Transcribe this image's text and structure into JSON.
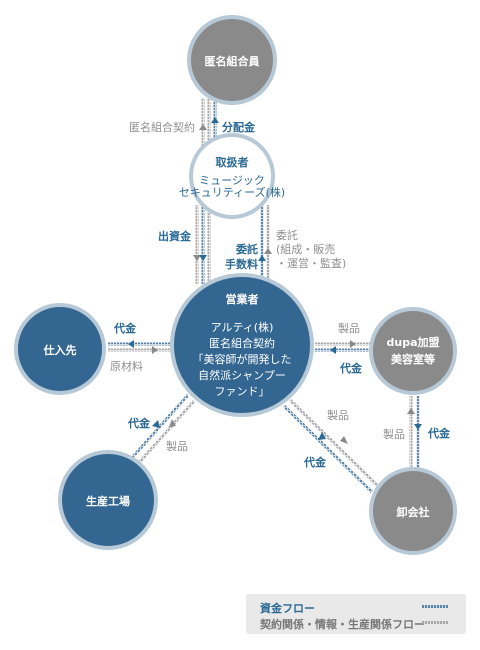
{
  "nodes": {
    "investors": "匿名組合員",
    "handler": {
      "title": "取扱者",
      "line1": "ミュージック",
      "line2": "セキュリティーズ(株)"
    },
    "operator": {
      "title": "営業者",
      "line1": "アルティ(株)",
      "line2": "匿名組合契約",
      "line3": "「美容師が開発した",
      "line4": "自然派シャンプー",
      "line5": "ファンド」"
    },
    "supplier": "仕入先",
    "salon": {
      "line1": "dupa加盟",
      "line2": "美容室等"
    },
    "factory": "生産工場",
    "wholesaler": "卸会社"
  },
  "labels": {
    "silent_partnership": "匿名組合契約",
    "distribution": "分配金",
    "investment": "出資金",
    "commission_fee_1": "委託",
    "commission_fee_2": "手数料",
    "entrust_1": "委託",
    "entrust_2": "(組成・販売",
    "entrust_3": "・運営・監査)",
    "payment_supplier": "代金",
    "raw_material": "原材料",
    "product_salon": "製品",
    "payment_salon": "代金",
    "payment_factory": "代金",
    "product_factory": "製品",
    "product_wholesaler": "製品",
    "payment_wholesaler": "代金",
    "product_ws_salon": "製品",
    "payment_ws_salon": "代金"
  },
  "legend": {
    "fund_flow": "資金フロー",
    "contract_flow": "契約関係・情報・生産関係フロー"
  },
  "colors": {
    "blue_node": "#336690",
    "gray_node": "#8a8a8a",
    "white_node": "#ffffff",
    "ring": "#b7c9d6",
    "fund_label": "#2b6a95",
    "contract_label": "#8a8a8a"
  }
}
